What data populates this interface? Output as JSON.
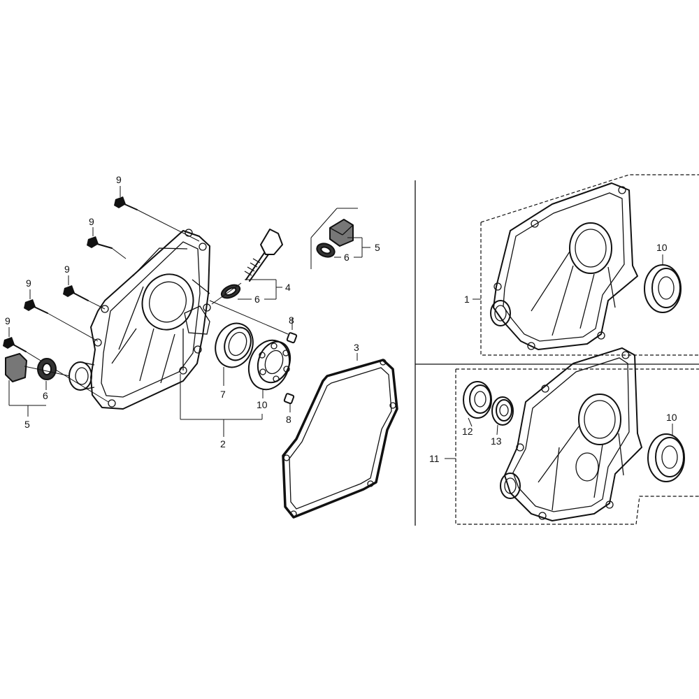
{
  "callouts": {
    "c1": "1",
    "c2": "2",
    "c3": "3",
    "c4": "4",
    "c5_left": "5",
    "c5_top": "5",
    "c6_left": "6",
    "c6_mid": "6",
    "c6_top": "6",
    "c7": "7",
    "c8_upper": "8",
    "c8_lower": "8",
    "c9_a": "9",
    "c9_b": "9",
    "c9_c": "9",
    "c9_d": "9",
    "c9_e": "9",
    "c10_main": "10",
    "c10_r1": "10",
    "c10_r2": "10",
    "c11": "11",
    "c12": "12",
    "c13": "13"
  },
  "colors": {
    "ink": "#111111",
    "paper": "#ffffff"
  }
}
